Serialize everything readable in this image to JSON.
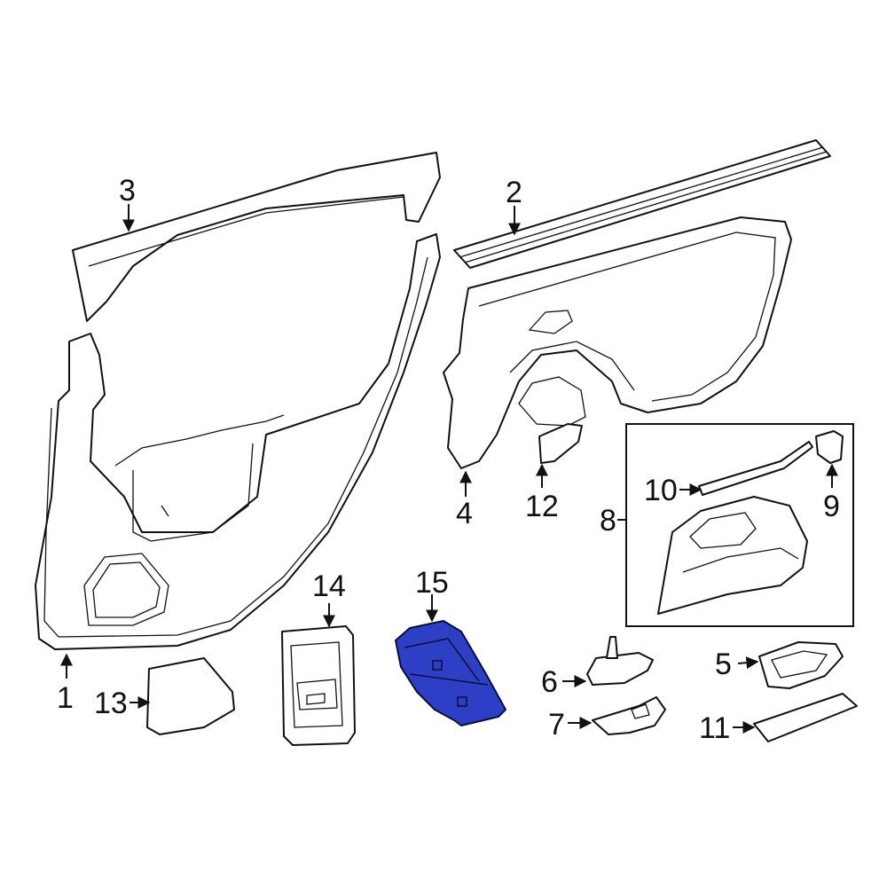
{
  "callouts": {
    "c1": "1",
    "c2": "2",
    "c3": "3",
    "c4": "4",
    "c5": "5",
    "c6": "6",
    "c7": "7",
    "c8": "8",
    "c9": "9",
    "c10": "10",
    "c11": "11",
    "c12": "12",
    "c13": "13",
    "c14": "14",
    "c15": "15"
  },
  "colors": {
    "highlight_part": "#2d3fc4",
    "line_art": "#111111",
    "background": "#ffffff"
  }
}
